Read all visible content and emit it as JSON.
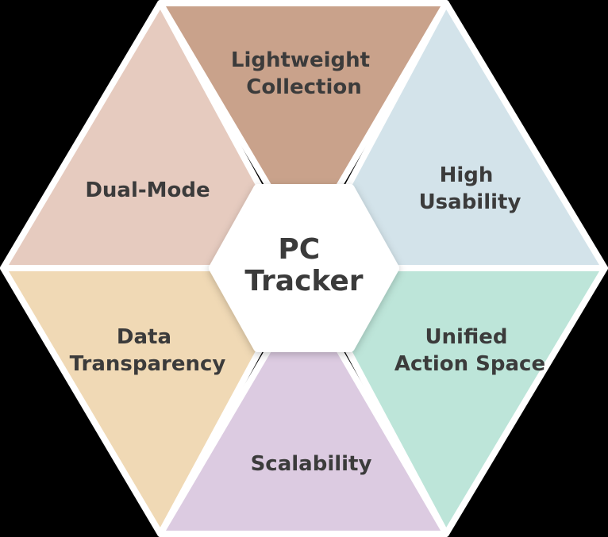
{
  "center": {
    "lines": [
      "PC",
      "Tracker"
    ],
    "fill": "#ffffff"
  },
  "segments": [
    {
      "id": "lightweight-collection",
      "lines": [
        "Lightweight",
        "Collection"
      ],
      "fill": "#c9a28b"
    },
    {
      "id": "high-usability",
      "lines": [
        "High",
        "Usability"
      ],
      "fill": "#d3e3ea"
    },
    {
      "id": "unified-action-space",
      "lines": [
        "Unified",
        "Action Space"
      ],
      "fill": "#bde5d9"
    },
    {
      "id": "scalability",
      "lines": [
        "Scalability"
      ],
      "fill": "#dccbe1"
    },
    {
      "id": "data-transparency",
      "lines": [
        "Data",
        "Transparency"
      ],
      "fill": "#f0d9b5"
    },
    {
      "id": "dual-mode",
      "lines": [
        "Dual-Mode"
      ],
      "fill": "#e6cbbf"
    }
  ]
}
